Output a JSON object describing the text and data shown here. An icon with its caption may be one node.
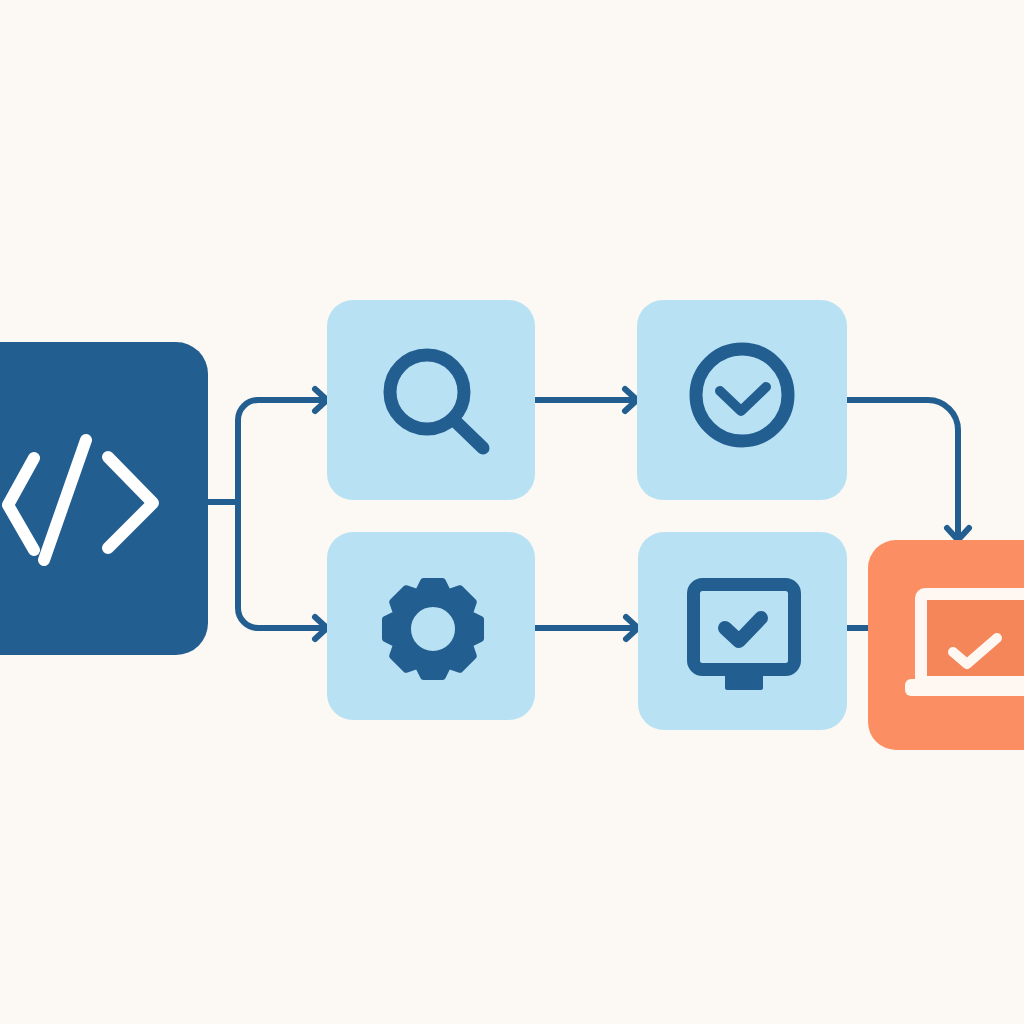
{
  "diagram": {
    "nodes": [
      {
        "text": [],
        "shape": "box"
      },
      {
        "text": [],
        "shape": "box"
      },
      {
        "text": [],
        "shape": "box"
      },
      {
        "text": [],
        "shape": "box"
      },
      {
        "text": [],
        "shape": "box"
      },
      {
        "text": [],
        "shape": "box"
      }
    ],
    "edges": [
      {
        "from": 0,
        "to": 1,
        "arrow": "to"
      },
      {
        "from": 0,
        "to": 3,
        "arrow": "to"
      },
      {
        "from": 1,
        "to": 2,
        "arrow": "to"
      },
      {
        "from": 3,
        "to": 4,
        "arrow": "to"
      },
      {
        "from": 2,
        "to": 5,
        "arrow": "to"
      },
      {
        "from": 4,
        "to": 5,
        "arrow": "none"
      }
    ]
  }
}
